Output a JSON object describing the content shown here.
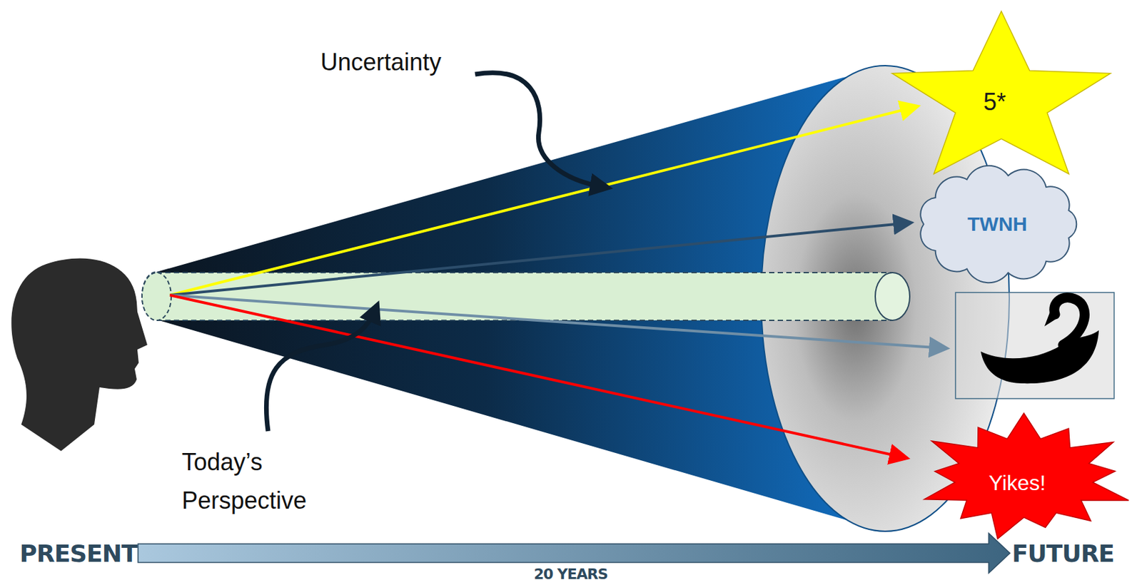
{
  "diagram": {
    "nodes": [
      {
        "text": [
          "5*"
        ]
      },
      {
        "text": [
          "TWNH"
        ]
      },
      {
        "text": [
          "Yikes!"
        ]
      }
    ],
    "labels": [
      "Uncertainty",
      "Today’s Perspective",
      "PRESENT",
      "FUTURE",
      "20 YEARS"
    ]
  }
}
